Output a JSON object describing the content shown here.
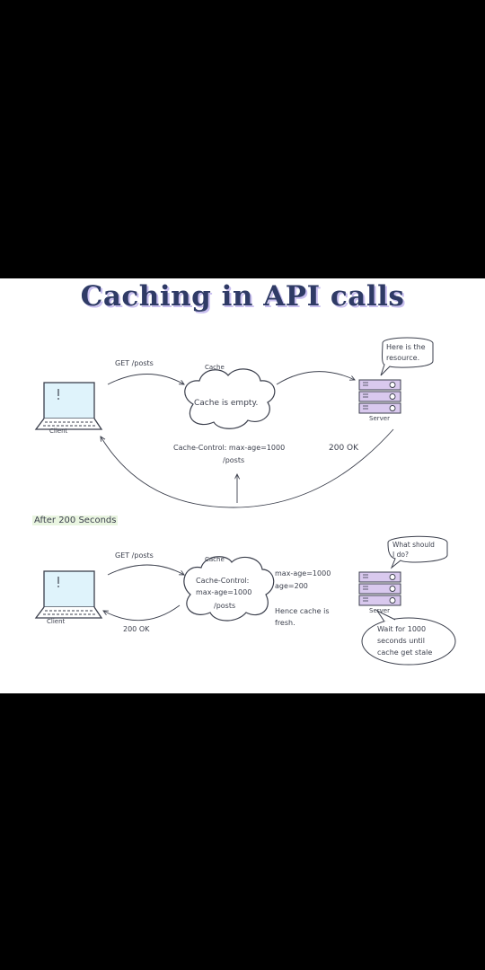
{
  "title": "Caching in API calls",
  "top": {
    "request": "GET /posts",
    "cache_label": "Cache",
    "cache_text": "Cache is empty.",
    "client_label": "Client",
    "server_label": "Server",
    "server_bubble": [
      "Here is the",
      "resource."
    ],
    "header_line1": "Cache-Control: max-age=1000",
    "header_line2": "/posts",
    "status": "200 OK"
  },
  "divider_label": "After 200 Seconds",
  "bottom": {
    "request": "GET /posts",
    "cache_label": "Cache",
    "cache_lines": [
      "Cache-Control:",
      "max-age=1000",
      "/posts"
    ],
    "client_label": "Client",
    "server_label": "Server",
    "response": "200 OK",
    "max_age": "max-age=1000",
    "age": "age=200",
    "fresh": [
      "Hence cache is",
      "fresh."
    ],
    "question_bubble": [
      "What should",
      "I do?"
    ],
    "answer_bubble": [
      "Wait for 1000",
      "seconds until",
      "cache get stale"
    ]
  },
  "colors": {
    "ink": "#3b3f4c",
    "title": "#2f3b66",
    "screen": "#dff3fb",
    "server": "#d9c9ee",
    "highlight": "#e9f5e0"
  }
}
